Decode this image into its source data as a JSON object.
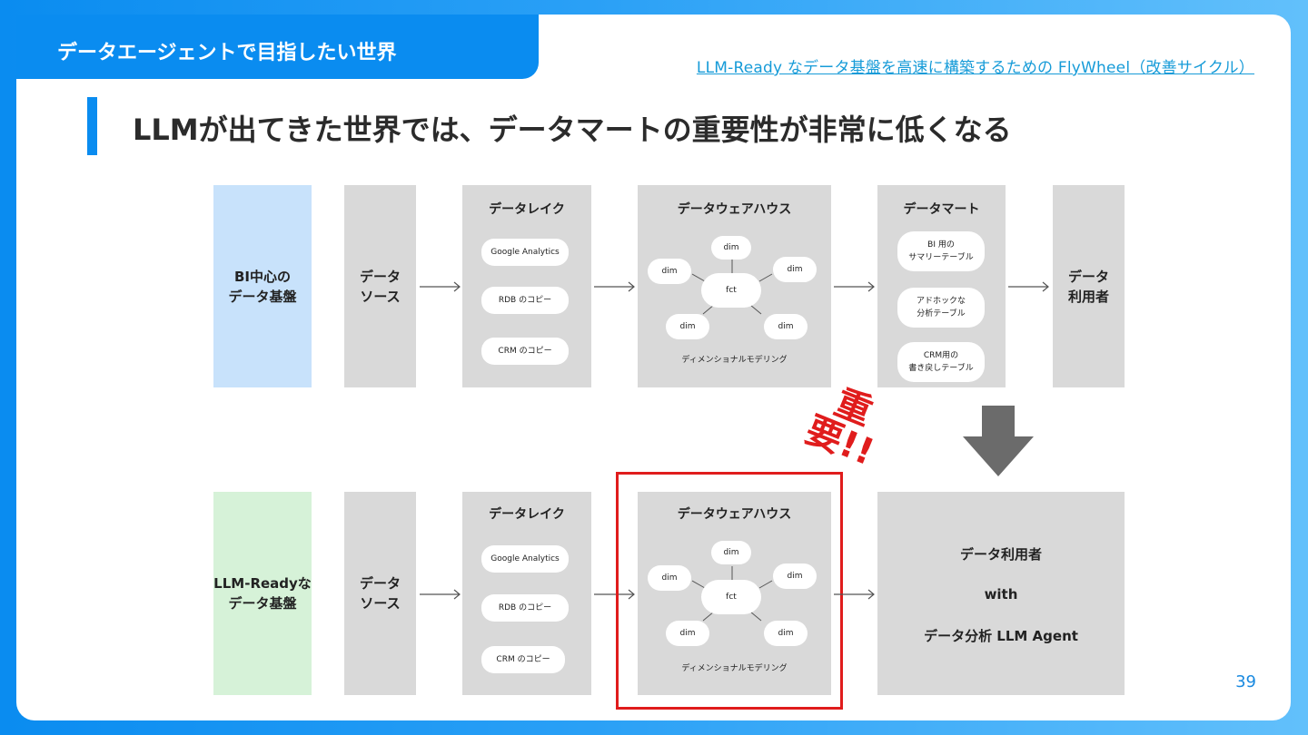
{
  "header": {
    "section_tab": "データエージェントで目指したい世界",
    "sub_link": "LLM-Ready なデータ基盤を高速に構築するための FlyWheel（改善サイクル）",
    "title": "LLMが出てきた世界では、データマートの重要性が非常に低くなる",
    "page_number": "39"
  },
  "colors": {
    "accent": "#0a8cf0",
    "bi_box": "#c8e2fb",
    "llm_box": "#d6f2d8",
    "gray_box": "#d9d9d9",
    "highlight": "#e01c1c"
  },
  "top_row": {
    "platform": "BI中心の\nデータ基盤",
    "source": "データ\nソース",
    "lake": {
      "title": "データレイク",
      "items": [
        "Google Analytics",
        "RDB のコピー",
        "CRM のコピー"
      ]
    },
    "dwh": {
      "title": "データウェアハウス",
      "center": "fct",
      "dims": [
        "dim",
        "dim",
        "dim",
        "dim",
        "dim"
      ],
      "note": "ディメンショナルモデリング"
    },
    "mart": {
      "title": "データマート",
      "items": [
        "BI 用の\nサマリーテーブル",
        "アドホックな\n分析テーブル",
        "CRM用の\n書き戻しテーブル"
      ]
    },
    "users": "データ\n利用者"
  },
  "bottom_row": {
    "platform": "LLM-Readyな\nデータ基盤",
    "source": "データ\nソース",
    "lake": {
      "title": "データレイク",
      "items": [
        "Google Analytics",
        "RDB のコピー",
        "CRM のコピー"
      ]
    },
    "dwh": {
      "title": "データウェアハウス",
      "center": "fct",
      "dims": [
        "dim",
        "dim",
        "dim",
        "dim",
        "dim"
      ],
      "note": "ディメンショナルモデリング"
    },
    "users": {
      "line1": "データ利用者",
      "line2": "with",
      "line3": "データ分析 LLM Agent"
    }
  },
  "annotation": {
    "important": "重要!!"
  }
}
